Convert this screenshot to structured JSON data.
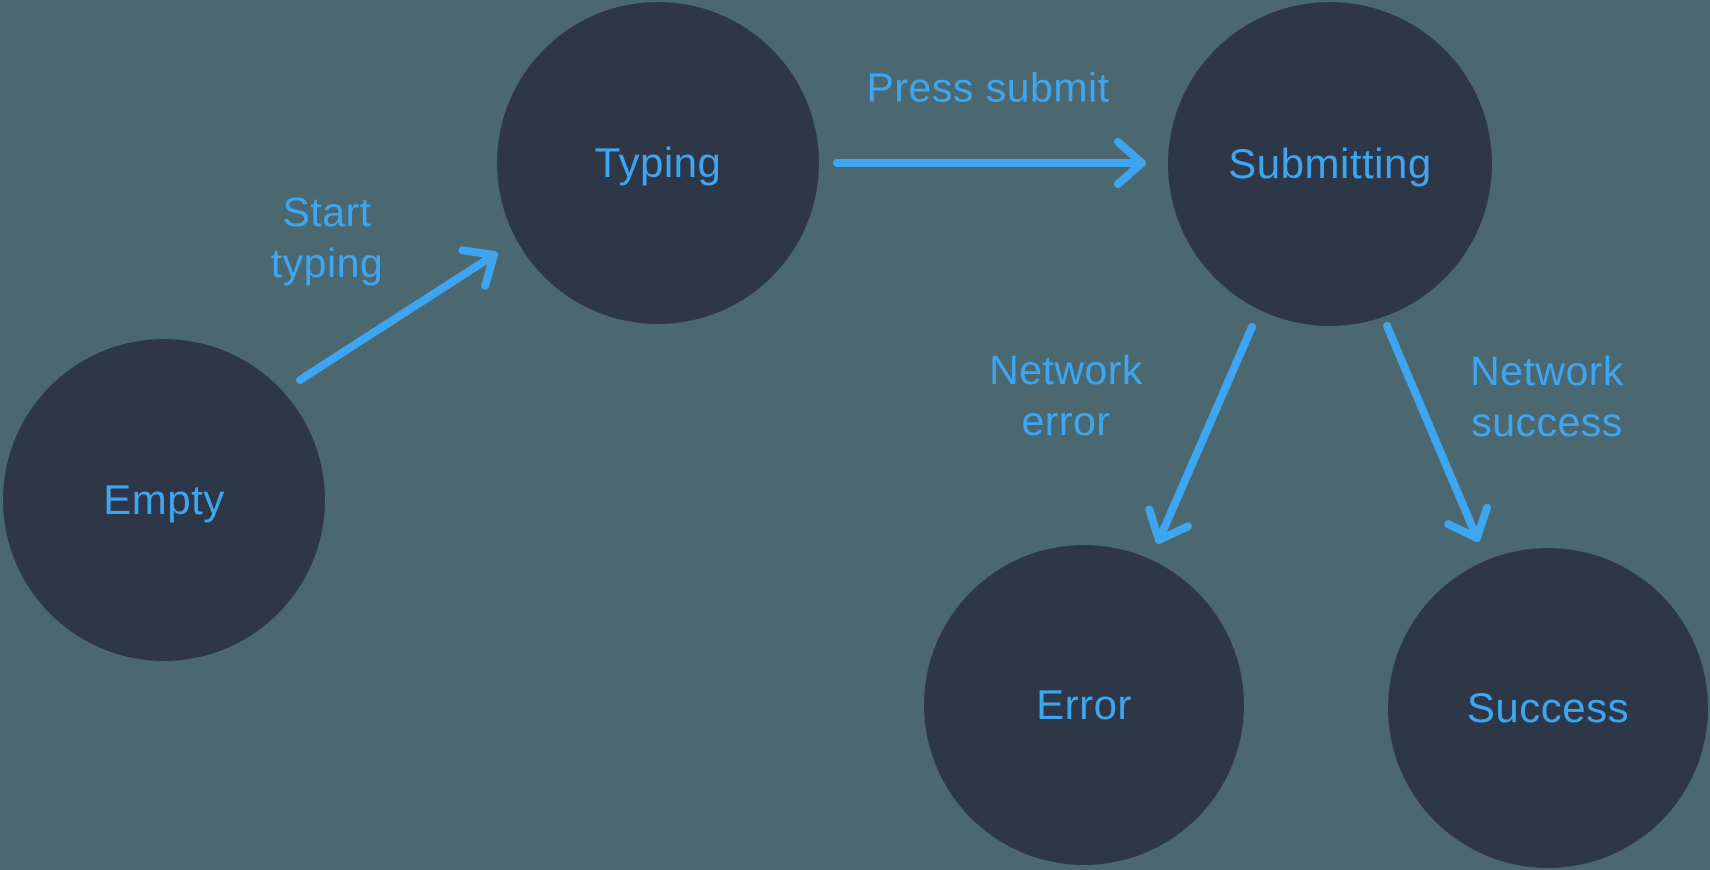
{
  "colors": {
    "background": "#4B6770",
    "node_fill": "#2D3748",
    "accent": "#3EA6F0"
  },
  "diagram_type": "state-machine",
  "states": [
    {
      "id": "empty",
      "label": "Empty"
    },
    {
      "id": "typing",
      "label": "Typing"
    },
    {
      "id": "submitting",
      "label": "Submitting"
    },
    {
      "id": "error",
      "label": "Error"
    },
    {
      "id": "success",
      "label": "Success"
    }
  ],
  "transitions": [
    {
      "from": "empty",
      "to": "typing",
      "label": "Start typing"
    },
    {
      "from": "typing",
      "to": "submitting",
      "label": "Press submit"
    },
    {
      "from": "submitting",
      "to": "error",
      "label": "Network error"
    },
    {
      "from": "submitting",
      "to": "success",
      "label": "Network success"
    }
  ]
}
